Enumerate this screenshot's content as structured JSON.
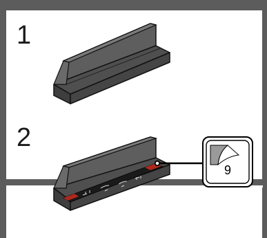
{
  "steps": [
    {
      "number": "1",
      "part": "grey-1x6-panel"
    },
    {
      "number": "2",
      "part": "grey-1x6-panel-with-sticker"
    }
  ],
  "callout": {
    "sticker_number": "9"
  },
  "colors": {
    "frame": "#5c5c5c",
    "background": "#ffffff",
    "panel_dark": "#4a4a4a",
    "panel_mid": "#5a5a5a",
    "panel_light": "#6e6e6e",
    "sticker_red": "#b0281c",
    "sticker_black": "#1a1a1a"
  }
}
